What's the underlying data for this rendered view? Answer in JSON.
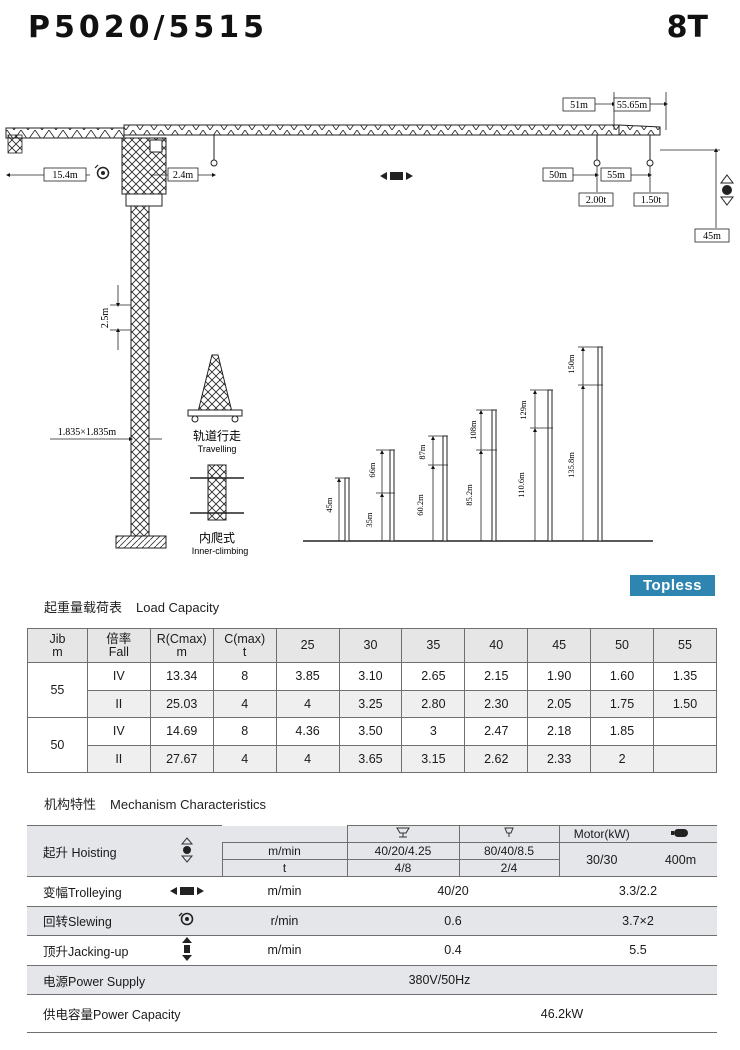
{
  "header": {
    "model": "P5020/5515",
    "capacity": "8T"
  },
  "diagram": {
    "dims": {
      "jib_51": "51m",
      "jib_5565": "55.65m",
      "counter_jib": "15.4m",
      "cab_offset": "2.4m",
      "trolley_50": "50m",
      "trolley_55": "55m",
      "load_200": "2.00t",
      "load_150": "1.50t",
      "height": "45m",
      "section_height": "2.5m",
      "mast_section": "1.835×1.835m"
    },
    "travelling": {
      "cn": "轨道行走",
      "en": "Travelling"
    },
    "inner_climbing": {
      "cn": "内爬式",
      "en": "Inner-climbing"
    },
    "heights": {
      "h1_total": "45m",
      "h2_total": "66m",
      "h2_base": "35m",
      "h3_total": "87m",
      "h3_base": "60.2m",
      "h4_total": "108m",
      "h4_base": "85.2m",
      "h5_total": "129m",
      "h5_base": "110.6m",
      "h6_total": "150m",
      "h6_base": "135.8m"
    },
    "icons": [
      "trolley-arrows-icon",
      "slewing-icon",
      "hoisting-icon"
    ]
  },
  "badge": "Topless",
  "load_capacity": {
    "title_cn": "起重量载荷表",
    "title_en": "Load Capacity",
    "headers": {
      "jib": [
        "Jib",
        "m"
      ],
      "fall": [
        "倍率",
        "Fall"
      ],
      "rmax": [
        "R(Cmax)",
        "m"
      ],
      "cmax": [
        "C(max)",
        "t"
      ],
      "radii": [
        "25",
        "30",
        "35",
        "40",
        "45",
        "50",
        "55"
      ]
    },
    "groups": [
      {
        "jib": "55",
        "rows": [
          {
            "fall": "IV",
            "rmax": "13.34",
            "cmax": "8",
            "values": [
              "3.85",
              "3.10",
              "2.65",
              "2.15",
              "1.90",
              "1.60",
              "1.35"
            ]
          },
          {
            "fall": "II",
            "rmax": "25.03",
            "cmax": "4",
            "values": [
              "4",
              "3.25",
              "2.80",
              "2.30",
              "2.05",
              "1.75",
              "1.50"
            ]
          }
        ]
      },
      {
        "jib": "50",
        "rows": [
          {
            "fall": "IV",
            "rmax": "14.69",
            "cmax": "8",
            "values": [
              "4.36",
              "3.50",
              "3",
              "2.47",
              "2.18",
              "1.85",
              ""
            ]
          },
          {
            "fall": "II",
            "rmax": "27.67",
            "cmax": "4",
            "values": [
              "4",
              "3.65",
              "3.15",
              "2.62",
              "2.33",
              "2",
              ""
            ]
          }
        ]
      }
    ]
  },
  "mechanism": {
    "title_cn": "机构特性",
    "title_en": "Mechanism  Characteristics",
    "motor_header": "Motor(kW)",
    "hoisting": {
      "label": "起升 Hoisting",
      "unit_speed": "m/min",
      "unit_load": "t",
      "speed_4": "40/20/4.25",
      "speed_2": "80/40/8.5",
      "load_4": "4/8",
      "load_2": "2/4",
      "motor": "30/30",
      "rope": "400m"
    },
    "trolleying": {
      "label": "变幅Trolleying",
      "unit": "m/min",
      "value": "40/20",
      "motor": "3.3/2.2"
    },
    "slewing": {
      "label": "回转Slewing",
      "unit": "r/min",
      "value": "0.6",
      "motor": "3.7×2"
    },
    "jacking": {
      "label": "顶升Jacking-up",
      "unit": "m/min",
      "value": "0.4",
      "motor": "5.5"
    },
    "power_supply": {
      "label": "电源Power Supply",
      "value": "380V/50Hz"
    },
    "power_capacity": {
      "label": "供电容量Power Capacity",
      "value": "46.2kW"
    }
  }
}
